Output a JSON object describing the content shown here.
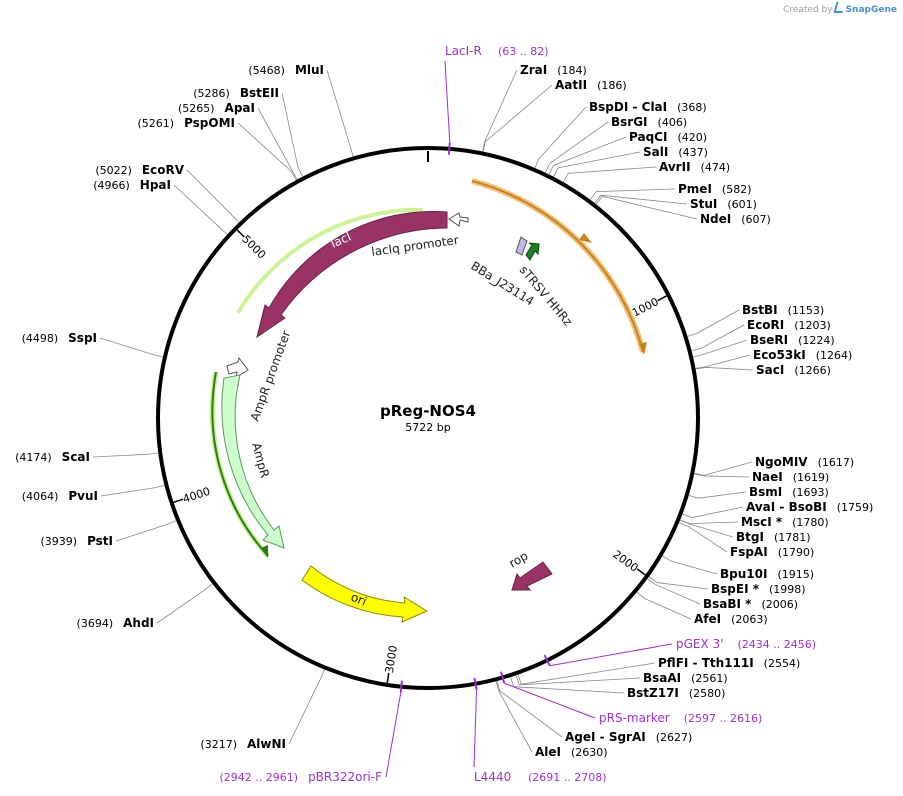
{
  "credit": {
    "prefix": "Created by",
    "brand": "SnapGene"
  },
  "plasmid": {
    "name": "pReg-NOS4",
    "length_label": "5722 bp",
    "length": 5722
  },
  "ticks": [
    {
      "bp": 1000,
      "label": "1000"
    },
    {
      "bp": 2000,
      "label": "2000"
    },
    {
      "bp": 3000,
      "label": "3000"
    },
    {
      "bp": 4000,
      "label": "4000"
    },
    {
      "bp": 5000,
      "label": "5000"
    }
  ],
  "enzymes": [
    {
      "name": "ZraI",
      "pos": "(184)",
      "bp": 184
    },
    {
      "name": "AatII",
      "pos": "(186)",
      "bp": 186
    },
    {
      "name": "BspDI  -  ClaI",
      "pos": "(368)",
      "bp": 368
    },
    {
      "name": "BsrGI",
      "pos": "(406)",
      "bp": 406
    },
    {
      "name": "PaqCI",
      "pos": "(420)",
      "bp": 420
    },
    {
      "name": "SalI",
      "pos": "(437)",
      "bp": 437
    },
    {
      "name": "AvrII",
      "pos": "(474)",
      "bp": 474
    },
    {
      "name": "PmeI",
      "pos": "(582)",
      "bp": 582
    },
    {
      "name": "StuI",
      "pos": "(601)",
      "bp": 601
    },
    {
      "name": "NdeI",
      "pos": "(607)",
      "bp": 607
    },
    {
      "name": "BstBI",
      "pos": "(1153)",
      "bp": 1153
    },
    {
      "name": "EcoRI",
      "pos": "(1203)",
      "bp": 1203
    },
    {
      "name": "BseRI",
      "pos": "(1224)",
      "bp": 1224
    },
    {
      "name": "Eco53kI",
      "pos": "(1264)",
      "bp": 1264
    },
    {
      "name": "SacI",
      "pos": "(1266)",
      "bp": 1266
    },
    {
      "name": "NgoMIV",
      "pos": "(1617)",
      "bp": 1617
    },
    {
      "name": "NaeI",
      "pos": "(1619)",
      "bp": 1619
    },
    {
      "name": "BsmI",
      "pos": "(1693)",
      "bp": 1693
    },
    {
      "name": "AvaI  -  BsoBI",
      "pos": "(1759)",
      "bp": 1759
    },
    {
      "name": "MscI *",
      "pos": "(1780)",
      "bp": 1780
    },
    {
      "name": "BtgI",
      "pos": "(1781)",
      "bp": 1781
    },
    {
      "name": "FspAI",
      "pos": "(1790)",
      "bp": 1790
    },
    {
      "name": "Bpu10I",
      "pos": "(1915)",
      "bp": 1915
    },
    {
      "name": "BspEI *",
      "pos": "(1998)",
      "bp": 1998
    },
    {
      "name": "BsaBI *",
      "pos": "(2006)",
      "bp": 2006
    },
    {
      "name": "AfeI",
      "pos": "(2063)",
      "bp": 2063
    },
    {
      "name": "PflFI  -  Tth111I",
      "pos": "(2554)",
      "bp": 2554
    },
    {
      "name": "BsaAI",
      "pos": "(2561)",
      "bp": 2561
    },
    {
      "name": "BstZ17I",
      "pos": "(2580)",
      "bp": 2580
    },
    {
      "name": "AgeI  -  SgrAI",
      "pos": "(2627)",
      "bp": 2627
    },
    {
      "name": "AleI",
      "pos": "(2630)",
      "bp": 2630
    },
    {
      "name": "AlwNI",
      "pos": "(3217)",
      "bp": 3217
    },
    {
      "name": "AhdI",
      "pos": "(3694)",
      "bp": 3694
    },
    {
      "name": "PstI",
      "pos": "(3939)",
      "bp": 3939
    },
    {
      "name": "PvuI",
      "pos": "(4064)",
      "bp": 4064
    },
    {
      "name": "ScaI",
      "pos": "(4174)",
      "bp": 4174
    },
    {
      "name": "SspI",
      "pos": "(4498)",
      "bp": 4498
    },
    {
      "name": "HpaI",
      "pos": "(4966)",
      "bp": 4966
    },
    {
      "name": "EcoRV",
      "pos": "(5022)",
      "bp": 5022
    },
    {
      "name": "PspOMI",
      "pos": "(5261)",
      "bp": 5261
    },
    {
      "name": "ApaI",
      "pos": "(5265)",
      "bp": 5265
    },
    {
      "name": "BstEII",
      "pos": "(5286)",
      "bp": 5286
    },
    {
      "name": "MluI",
      "pos": "(5468)",
      "bp": 5468
    }
  ],
  "primers": [
    {
      "name": "LacI-R",
      "pos": "(63 .. 82)",
      "bp": 72
    },
    {
      "name": "pGEX 3'",
      "pos": "(2434 .. 2456)",
      "bp": 2445
    },
    {
      "name": "pRS-marker",
      "pos": "(2597 .. 2616)",
      "bp": 2606
    },
    {
      "name": "L4440",
      "pos": "(2691 .. 2708)",
      "bp": 2700
    },
    {
      "name": "pBR322ori-F",
      "pos": "(2942 .. 2961)",
      "bp": 2951
    }
  ],
  "features": [
    {
      "name": "lacI",
      "color": "#993366"
    },
    {
      "name": "lacIq promoter",
      "color": "#ffffff"
    },
    {
      "name": "BBa_J23114",
      "color": "#c0b8e8"
    },
    {
      "name": "sTRSV HHRz",
      "color": "#1e7f1e"
    },
    {
      "name": "AmpR promoter",
      "color": "#ffffff"
    },
    {
      "name": "AmpR",
      "color": "#ccffcc"
    },
    {
      "name": "ori",
      "color": "#ffff00"
    },
    {
      "name": "rop",
      "color": "#993366"
    }
  ]
}
